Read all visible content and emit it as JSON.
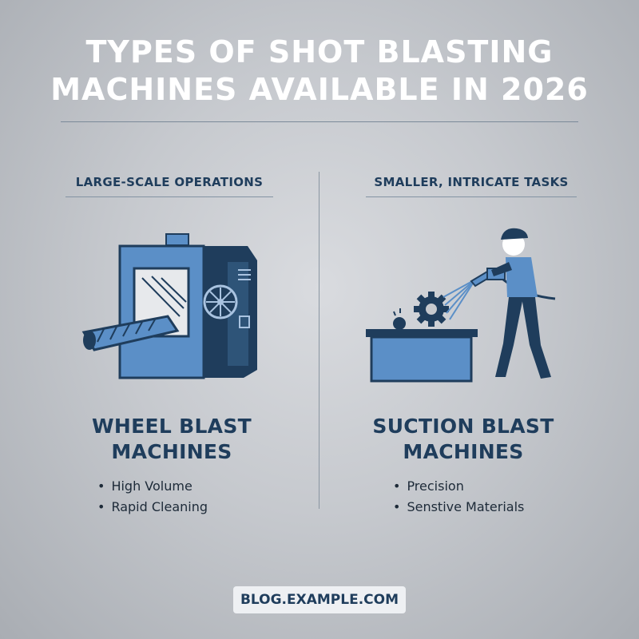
{
  "header": {
    "title_line1": "TYPES OF SHOT BLASTING",
    "title_line2": "MACHINES AVAILABLE IN 2026"
  },
  "left_column": {
    "category": "LARGE-SCALE OPERATIONS",
    "title_line1": "WHEEL BLAST",
    "title_line2": "MACHINES",
    "bullets": [
      "High Volume",
      "Rapid Cleaning"
    ]
  },
  "right_column": {
    "category": "SMALLER, INTRICATE TASKS",
    "title_line1": "SUCTION BLAST",
    "title_line2": "MACHINES",
    "bullets": [
      "Precision",
      "Senstive Materials"
    ]
  },
  "footer": {
    "url": "BLOG.EXAMPLE.COM"
  },
  "colors": {
    "navy": "#1f3d5c",
    "blue": "#5b8fc7",
    "title_text": "#ffffff",
    "footer_bg": "#eef0f3"
  },
  "icons": {
    "left": "wheel-blast-machine-icon",
    "right": "suction-blast-worker-icon"
  }
}
